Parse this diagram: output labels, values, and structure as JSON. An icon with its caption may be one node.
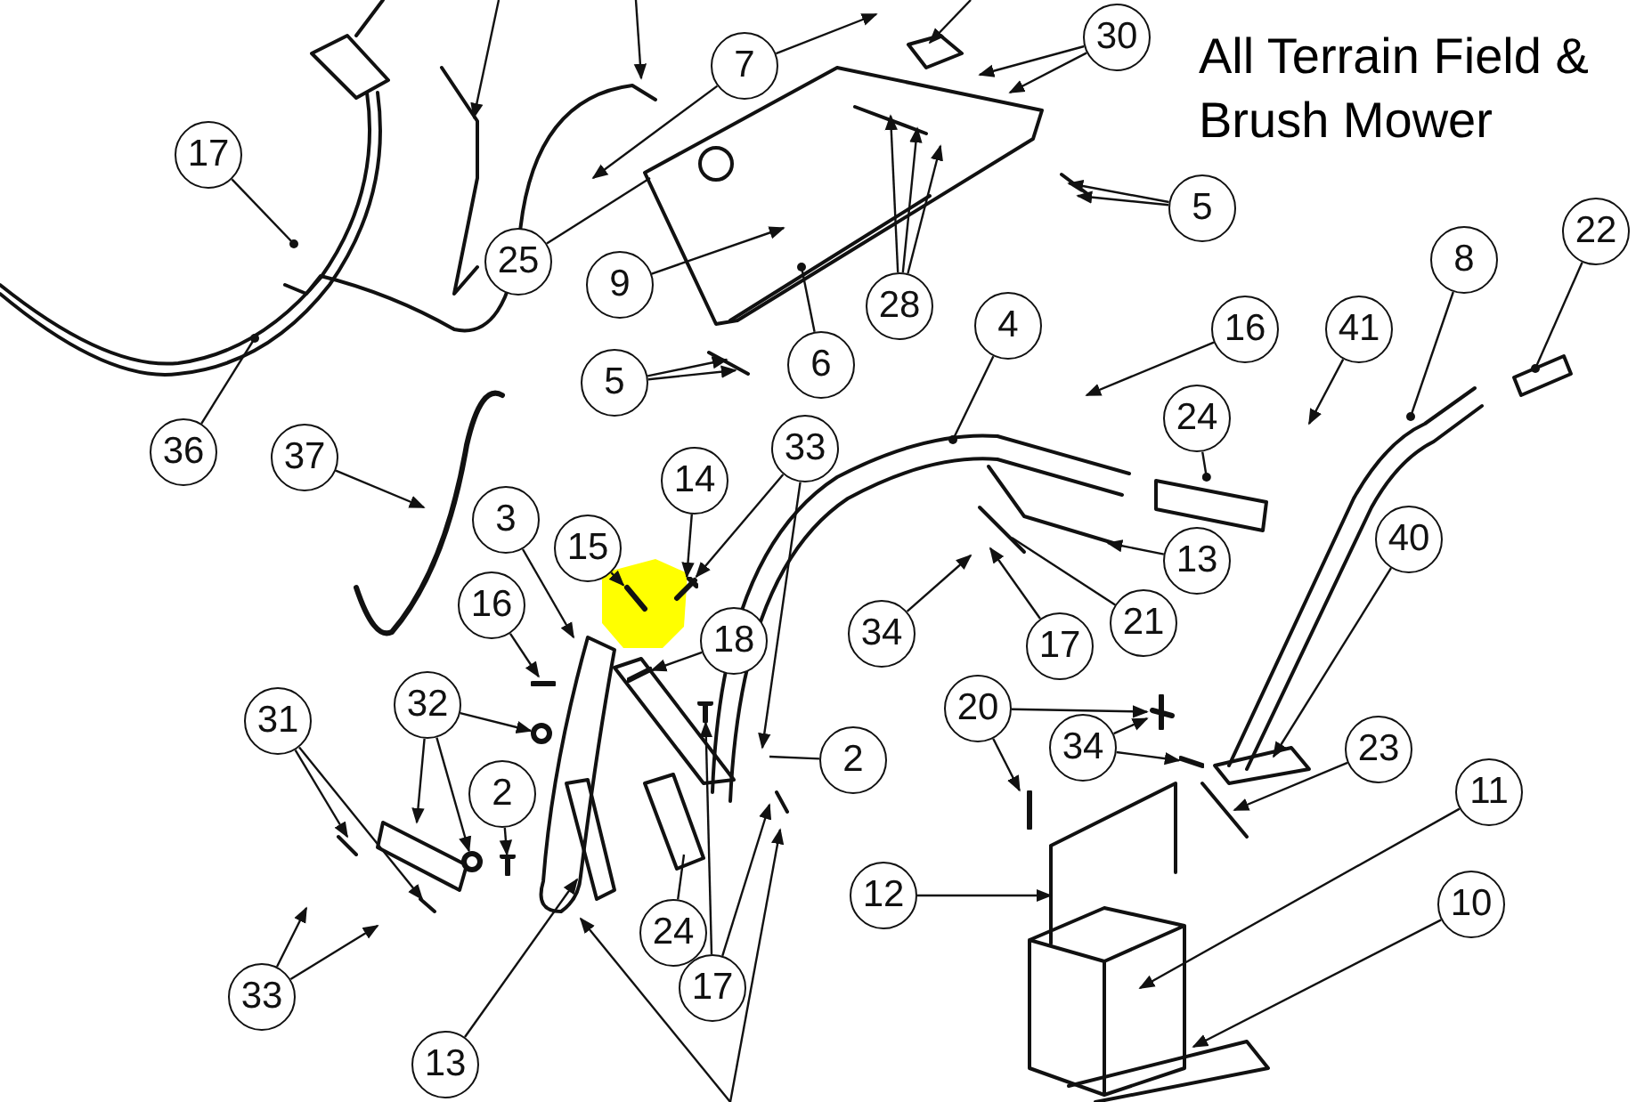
{
  "diagram": {
    "title": "All Terrain Field & Brush Mower",
    "nodes": [
      {
        "text": [
          "17"
        ]
      },
      {
        "text": [
          "36"
        ]
      },
      {
        "text": [
          "7"
        ]
      },
      {
        "text": [
          "30"
        ]
      },
      {
        "text": [
          "25"
        ]
      },
      {
        "text": [
          "9"
        ]
      },
      {
        "text": [
          "6"
        ]
      },
      {
        "text": [
          "28"
        ]
      },
      {
        "text": [
          "5"
        ]
      },
      {
        "text": [
          "5"
        ]
      },
      {
        "text": [
          "4"
        ]
      },
      {
        "text": [
          "16"
        ]
      },
      {
        "text": [
          "41"
        ]
      },
      {
        "text": [
          "8"
        ]
      },
      {
        "text": [
          "22"
        ]
      },
      {
        "text": [
          "24"
        ]
      },
      {
        "text": [
          "37"
        ]
      },
      {
        "text": [
          "14"
        ]
      },
      {
        "text": [
          "33"
        ]
      },
      {
        "text": [
          "3"
        ]
      },
      {
        "text": [
          "15"
        ]
      },
      {
        "text": [
          "18"
        ]
      },
      {
        "text": [
          "13"
        ]
      },
      {
        "text": [
          "34"
        ]
      },
      {
        "text": [
          "17"
        ]
      },
      {
        "text": [
          "21"
        ]
      },
      {
        "text": [
          "16"
        ]
      },
      {
        "text": [
          "40"
        ]
      },
      {
        "text": [
          "2"
        ]
      },
      {
        "text": [
          "32"
        ]
      },
      {
        "text": [
          "2"
        ]
      },
      {
        "text": [
          "31"
        ]
      },
      {
        "text": [
          "33"
        ]
      },
      {
        "text": [
          "24"
        ]
      },
      {
        "text": [
          "17"
        ]
      },
      {
        "text": [
          "20"
        ]
      },
      {
        "text": [
          "34"
        ]
      },
      {
        "text": [
          "23"
        ]
      },
      {
        "text": [
          "11"
        ]
      },
      {
        "text": [
          "12"
        ]
      },
      {
        "text": [
          "10"
        ]
      },
      {
        "text": [
          "13"
        ]
      },
      {
        "text": [],
        "shape": "box"
      },
      {
        "text": [],
        "shape": "bar"
      },
      {
        "text": [],
        "shape": "bar"
      },
      {
        "text": [],
        "shape": "circle"
      },
      {
        "text": [],
        "shape": "circle"
      },
      {
        "text": [],
        "shape": "bar"
      },
      {
        "text": [],
        "shape": "bar"
      },
      {
        "text": [],
        "shape": "bar"
      },
      {
        "text": [],
        "shape": "bar"
      },
      {
        "text": [],
        "shape": "bar"
      },
      {
        "text": [],
        "shape": "bar"
      },
      {
        "text": [],
        "shape": "bar"
      }
    ],
    "edges": [
      {
        "from": 0,
        "to": null,
        "arrow": "other"
      },
      {
        "from": 1,
        "to": null,
        "arrow": "other"
      },
      {
        "from": 2,
        "to": null,
        "arrow": "to"
      },
      {
        "from": 2,
        "to": null,
        "arrow": "to"
      },
      {
        "from": 3,
        "to": null,
        "arrow": "to"
      },
      {
        "from": 3,
        "to": null,
        "arrow": "to"
      },
      {
        "from": 4,
        "to": null,
        "arrow": "none"
      },
      {
        "from": 5,
        "to": null,
        "arrow": "to"
      },
      {
        "from": 6,
        "to": null,
        "arrow": "other"
      },
      {
        "from": 7,
        "to": null,
        "arrow": "to"
      },
      {
        "from": 7,
        "to": null,
        "arrow": "to"
      },
      {
        "from": 7,
        "to": null,
        "arrow": "to"
      },
      {
        "from": 8,
        "to": null,
        "arrow": "to"
      },
      {
        "from": 8,
        "to": null,
        "arrow": "to"
      },
      {
        "from": 9,
        "to": null,
        "arrow": "to"
      },
      {
        "from": 9,
        "to": null,
        "arrow": "to"
      },
      {
        "from": 10,
        "to": null,
        "arrow": "other"
      },
      {
        "from": 11,
        "to": null,
        "arrow": "to"
      },
      {
        "from": 12,
        "to": null,
        "arrow": "to"
      },
      {
        "from": 13,
        "to": null,
        "arrow": "other"
      },
      {
        "from": 14,
        "to": null,
        "arrow": "other"
      },
      {
        "from": 15,
        "to": 42,
        "arrow": "other"
      },
      {
        "from": 16,
        "to": null,
        "arrow": "to"
      },
      {
        "from": 17,
        "to": 43,
        "arrow": "to"
      },
      {
        "from": 18,
        "to": 43,
        "arrow": "to"
      },
      {
        "from": 18,
        "to": null,
        "arrow": "to"
      },
      {
        "from": 19,
        "to": null,
        "arrow": "to"
      },
      {
        "from": 20,
        "to": 49,
        "arrow": "to"
      },
      {
        "from": 21,
        "to": 50,
        "arrow": "to"
      },
      {
        "from": 22,
        "to": null,
        "arrow": "to"
      },
      {
        "from": 23,
        "to": null,
        "arrow": "to"
      },
      {
        "from": 24,
        "to": null,
        "arrow": "to"
      },
      {
        "from": 25,
        "to": null,
        "arrow": "none"
      },
      {
        "from": 26,
        "to": 51,
        "arrow": "to"
      },
      {
        "from": 27,
        "to": null,
        "arrow": "to"
      },
      {
        "from": 28,
        "to": null,
        "arrow": "none"
      },
      {
        "from": 29,
        "to": null,
        "arrow": "to"
      },
      {
        "from": 29,
        "to": 45,
        "arrow": "to"
      },
      {
        "from": 29,
        "to": 46,
        "arrow": "to"
      },
      {
        "from": 30,
        "to": 53,
        "arrow": "to"
      },
      {
        "from": 31,
        "to": null,
        "arrow": "to"
      },
      {
        "from": 31,
        "to": null,
        "arrow": "to"
      },
      {
        "from": 32,
        "to": null,
        "arrow": "to"
      },
      {
        "from": 32,
        "to": null,
        "arrow": "to"
      },
      {
        "from": 33,
        "to": null,
        "arrow": "none"
      },
      {
        "from": 34,
        "to": 44,
        "arrow": "to"
      },
      {
        "from": 34,
        "to": null,
        "arrow": "to"
      },
      {
        "from": 35,
        "to": 47,
        "arrow": "to"
      },
      {
        "from": 35,
        "to": 48,
        "arrow": "to"
      },
      {
        "from": 36,
        "to": 47,
        "arrow": "to"
      },
      {
        "from": 36,
        "to": 52,
        "arrow": "to"
      },
      {
        "from": 37,
        "to": null,
        "arrow": "to"
      },
      {
        "from": 38,
        "to": null,
        "arrow": "to"
      },
      {
        "from": 39,
        "to": null,
        "arrow": "to"
      },
      {
        "from": 40,
        "to": null,
        "arrow": "to"
      },
      {
        "from": 41,
        "to": null,
        "arrow": "to"
      }
    ]
  }
}
